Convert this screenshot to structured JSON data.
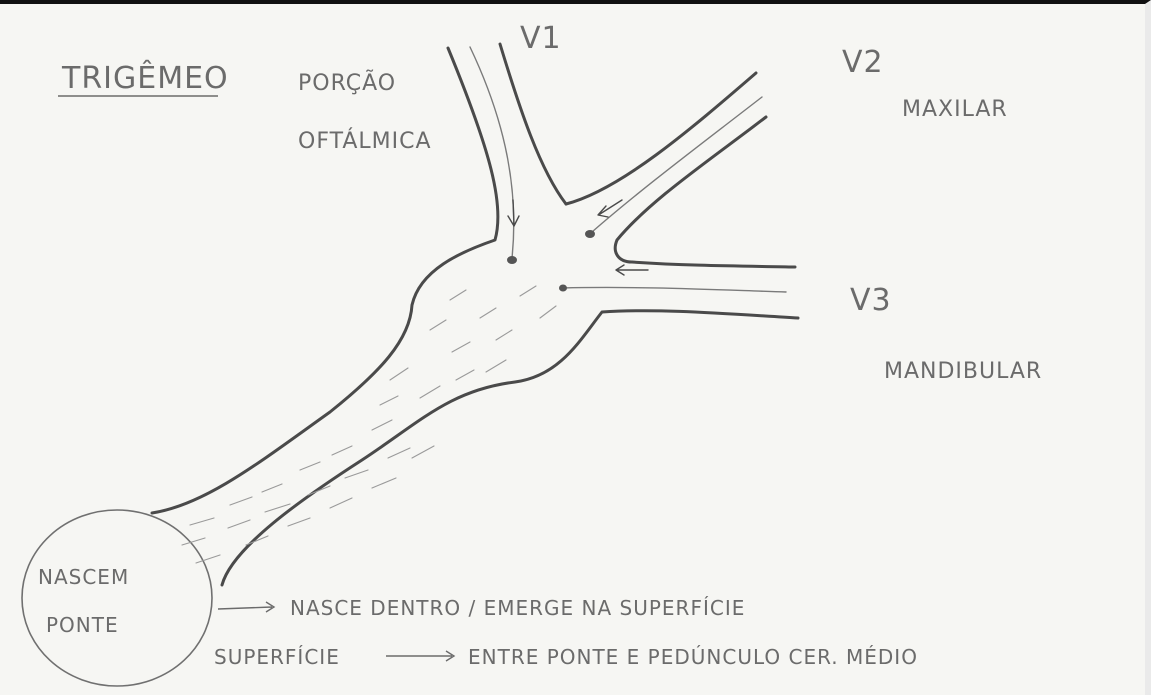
{
  "labels": {
    "title": "TRIGÊMEO",
    "porcao": "PORÇÃO",
    "oftalmica": "OFTÁLMICA",
    "v1": "V1",
    "v2": "V2",
    "maxilar": "MAXILAR",
    "v3": "V3",
    "mandibular": "MANDIBULAR",
    "nascem": "NASCEM",
    "ponte": "PONTE",
    "note_1": "NASCE DENTRO / EMERGE NA SUPERFÍCIE",
    "note_2_start": "SUPERFÍCIE",
    "note_2_end": "ENTRE PONTE E PEDÚNCULO CER. MÉDIO"
  },
  "colors": {
    "paper": "#f6f6f3",
    "pencil": "#6b6b6b",
    "pencil_dark": "#4a4a4a"
  }
}
